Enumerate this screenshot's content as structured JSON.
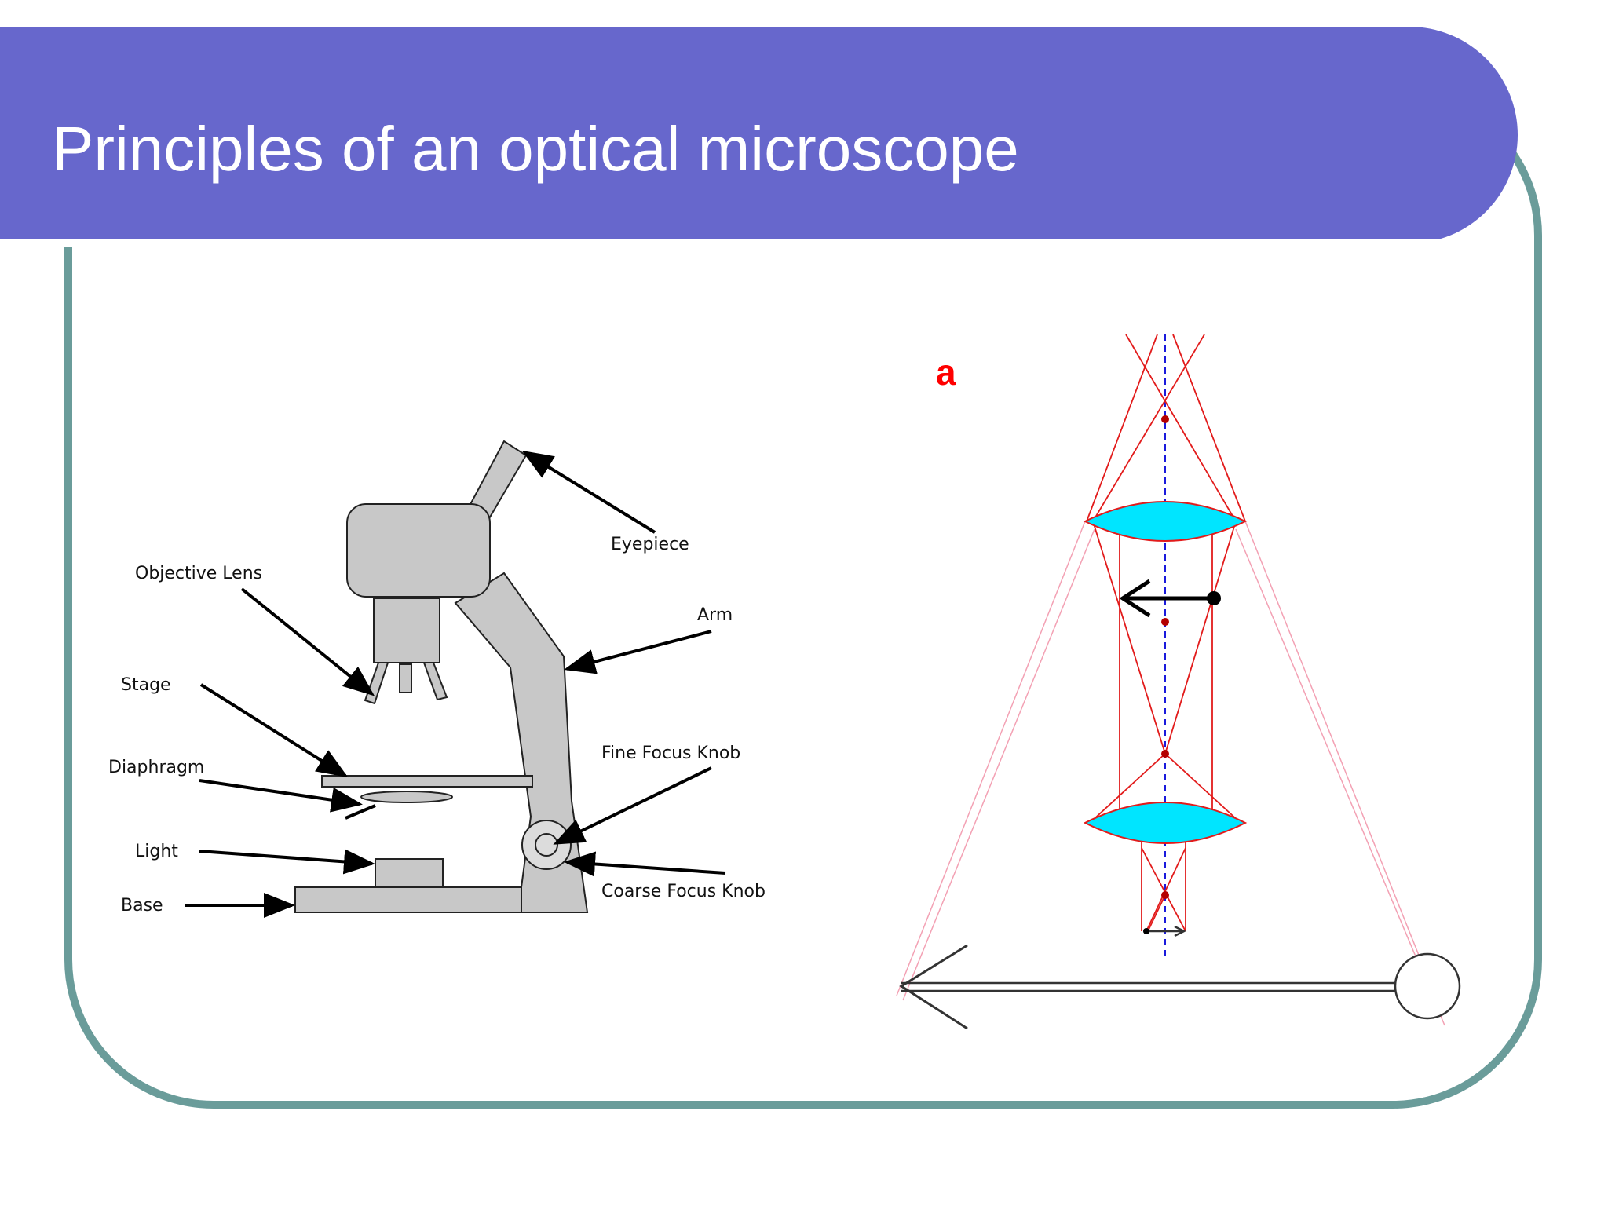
{
  "slide": {
    "title": "Principles of an optical microscope"
  },
  "microscope_diagram": {
    "labels": {
      "eyepiece": "Eyepiece",
      "objective_lens": "Objective Lens",
      "arm": "Arm",
      "stage": "Stage",
      "fine_focus_knob": "Fine Focus Knob",
      "diaphragm": "Diaphragm",
      "light": "Light",
      "coarse_focus_knob": "Coarse Focus Knob",
      "base": "Base"
    }
  },
  "ray_diagram": {
    "panel_label": "a"
  },
  "colors": {
    "title_bar": "#6767cc",
    "frame": "#6a9c9a",
    "microscope_body": "#c8c8c8",
    "lens_fill": "#00e5ff",
    "ray": "#e21b1b",
    "faint_ray": "#f3a1b4",
    "axis": "#1a1adc"
  }
}
